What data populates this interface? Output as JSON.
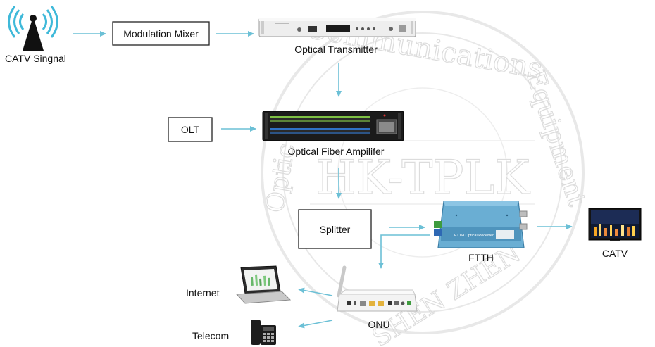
{
  "nodes": {
    "catv_signal": "CATV Singnal",
    "modulation_mixer": "Modulation Mixer",
    "optical_transmitter": "Optical Transmitter",
    "olt": "OLT",
    "optical_fiber_amplifier": "Optical Fiber Ampilifer",
    "splitter": "Splitter",
    "ftth": "FTTH",
    "catv": "CATV",
    "onu": "ONU",
    "internet": "Internet",
    "telecom": "Telecom"
  },
  "device_text": {
    "ftth_panel": "FTTH Optical Receiver"
  },
  "watermark": {
    "center": "HK-TPLK",
    "top_arc": "Communications",
    "right_arc": "Equipment",
    "left_arc": "Optic",
    "bottom_arc": "SHEN ZHEN"
  },
  "colors": {
    "arrow": "#6cc0d6",
    "ftth_body": "#6aaed3",
    "tower": "#3fb9d9"
  }
}
